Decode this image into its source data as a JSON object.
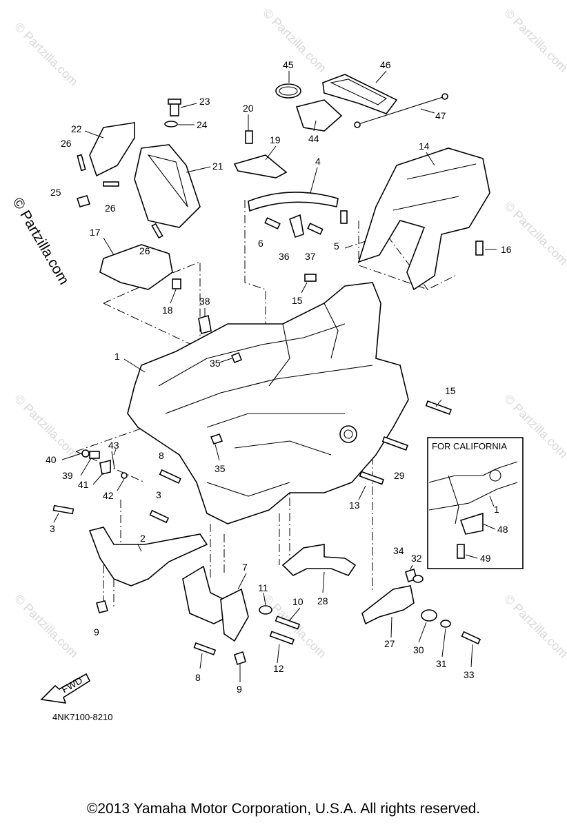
{
  "watermark": "© Partzilla.com",
  "side_watermark": "© Partzilla.com",
  "inset_title": "FOR CALIFORNIA",
  "fwd_label": "FWD",
  "diagram_code": "4NK7100-8210",
  "copyright": "©2013  Yamaha Motor Corporation, U.S.A. All rights reserved.",
  "callouts": [
    "45",
    "46",
    "23",
    "20",
    "24",
    "47",
    "22",
    "44",
    "19",
    "21",
    "26",
    "4",
    "14",
    "25",
    "26",
    "6",
    "5",
    "16",
    "36",
    "37",
    "17",
    "26",
    "15",
    "18",
    "38",
    "1",
    "35",
    "15",
    "43",
    "8",
    "29",
    "40",
    "39",
    "41",
    "42",
    "35",
    "13",
    "3",
    "3",
    "2",
    "34",
    "32",
    "7",
    "11",
    "10",
    "28",
    "9",
    "27",
    "30",
    "12",
    "31",
    "33",
    "8",
    "9",
    "1",
    "48",
    "49"
  ]
}
